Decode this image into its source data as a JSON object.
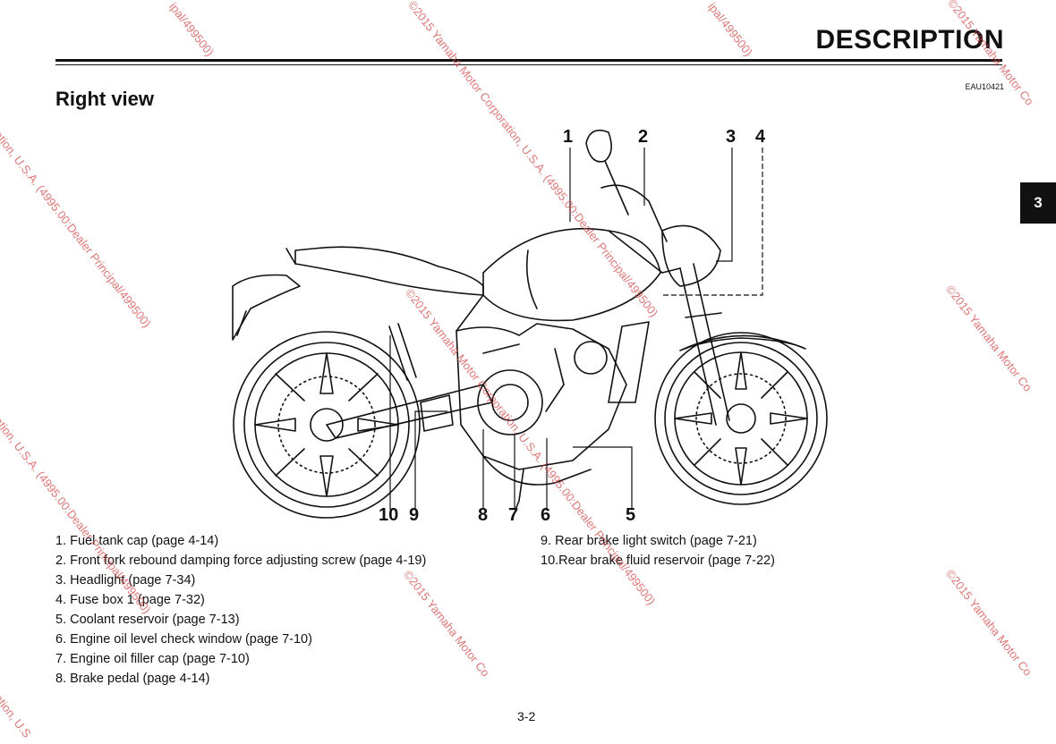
{
  "header": {
    "title": "DESCRIPTION",
    "doc_code": "EAU10421",
    "chapter_tab": "3"
  },
  "section": {
    "title": "Right view"
  },
  "callouts": {
    "c1": "1",
    "c2": "2",
    "c3": "3",
    "c4": "4",
    "c5": "5",
    "c6": "6",
    "c7": "7",
    "c8": "8",
    "c9": "9",
    "c10": "10"
  },
  "parts_left": [
    "1. Fuel tank cap (page 4-14)",
    "2. Front fork rebound damping force adjusting screw (page 4-19)",
    "3. Headlight (page 7-34)",
    "4. Fuse box 1 (page 7-32)",
    "5. Coolant reservoir (page 7-13)",
    "6. Engine oil level check window (page 7-10)",
    "7. Engine oil filler cap (page 7-10)",
    "8. Brake pedal (page 4-14)"
  ],
  "parts_right": [
    "9. Rear brake light switch (page 7-21)",
    "10.Rear brake fluid reservoir (page 7-22)"
  ],
  "page_number": "3-2",
  "watermark": {
    "text_a": "©2015 Yamaha Motor Corporation, U.S.A. (4995.00:Dealer Principal/499500)",
    "text_b": "ration, U.S.A. (4995.00:Dealer Principal/499500)",
    "text_c": "©2015 Yamaha Motor Co",
    "text_d": "ipal/499500)",
    "text_e": "ration, U.S.A.",
    "text_f": "ration, U.S",
    "color": "#d24a4a"
  }
}
